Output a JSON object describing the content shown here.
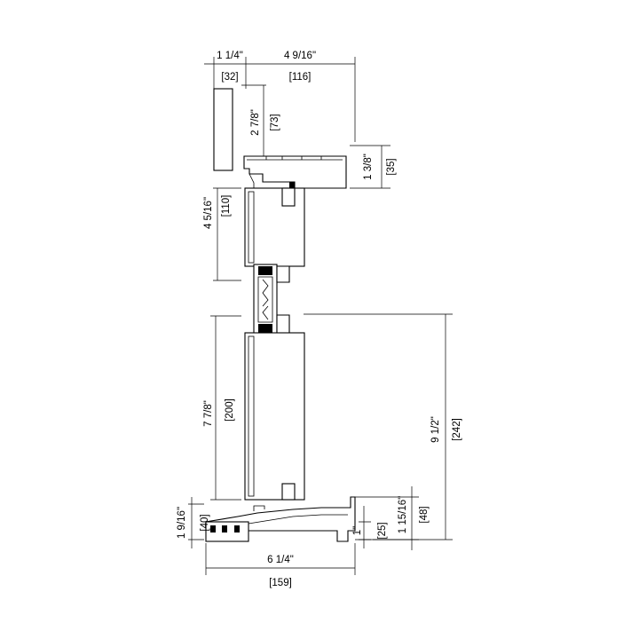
{
  "dimensions": {
    "top_left": {
      "imperial": "1 1/4\"",
      "metric": "[32]"
    },
    "top_right": {
      "imperial": "4 9/16\"",
      "metric": "[116]"
    },
    "head": {
      "imperial": "2 7/8\"",
      "metric": "[73]"
    },
    "rail": {
      "imperial": "1 3/8\"",
      "metric": "[35]"
    },
    "upper_sash": {
      "imperial": "4 5/16\"",
      "metric": "[110]"
    },
    "lower_sash": {
      "imperial": "7 7/8\"",
      "metric": "[200]"
    },
    "overall": {
      "imperial": "9 1/2\"",
      "metric": "[242]"
    },
    "sill_left": {
      "imperial": "1 9/16\"",
      "metric": "[40]"
    },
    "sill_step": {
      "imperial": "1\"",
      "metric": "[25]"
    },
    "sill_right": {
      "imperial": "1 15/16\"",
      "metric": "[48]"
    },
    "width": {
      "imperial": "6 1/4\"",
      "metric": "[159]"
    }
  }
}
